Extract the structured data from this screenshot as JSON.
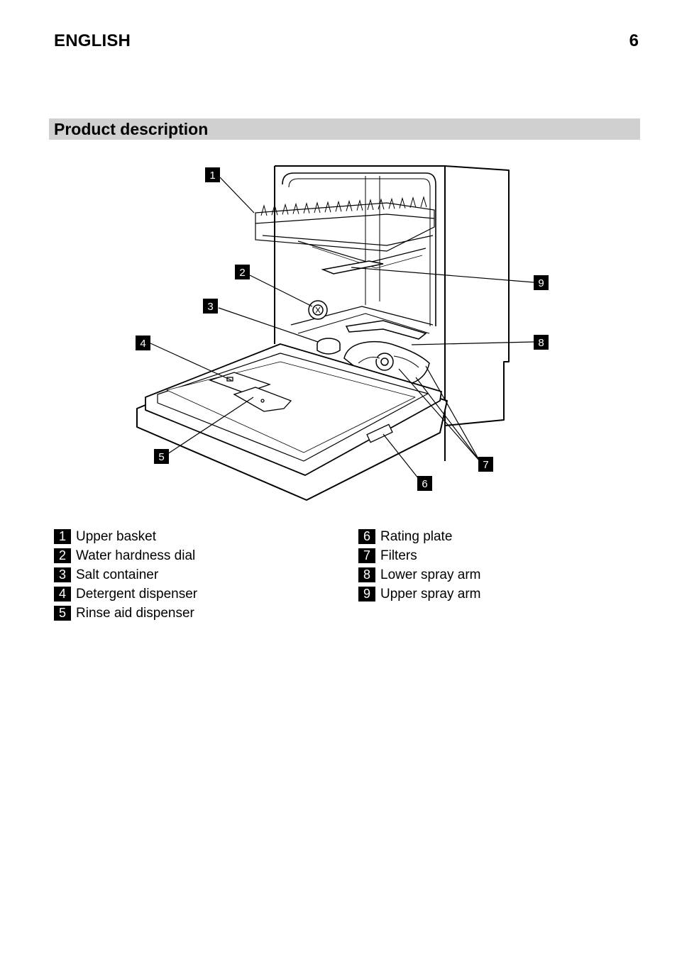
{
  "header": {
    "language": "ENGLISH",
    "page_number": "6"
  },
  "section": {
    "title": "Product description"
  },
  "callouts": [
    "1",
    "2",
    "3",
    "4",
    "5",
    "6",
    "7",
    "8",
    "9"
  ],
  "legend": {
    "left": [
      {
        "num": "1",
        "label": "Upper basket"
      },
      {
        "num": "2",
        "label": "Water hardness dial"
      },
      {
        "num": "3",
        "label": "Salt container"
      },
      {
        "num": "4",
        "label": "Detergent dispenser"
      },
      {
        "num": "5",
        "label": "Rinse aid dispenser"
      }
    ],
    "right": [
      {
        "num": "6",
        "label": "Rating plate"
      },
      {
        "num": "7",
        "label": "Filters"
      },
      {
        "num": "8",
        "label": "Lower spray arm"
      },
      {
        "num": "9",
        "label": "Upper spray arm"
      }
    ]
  }
}
